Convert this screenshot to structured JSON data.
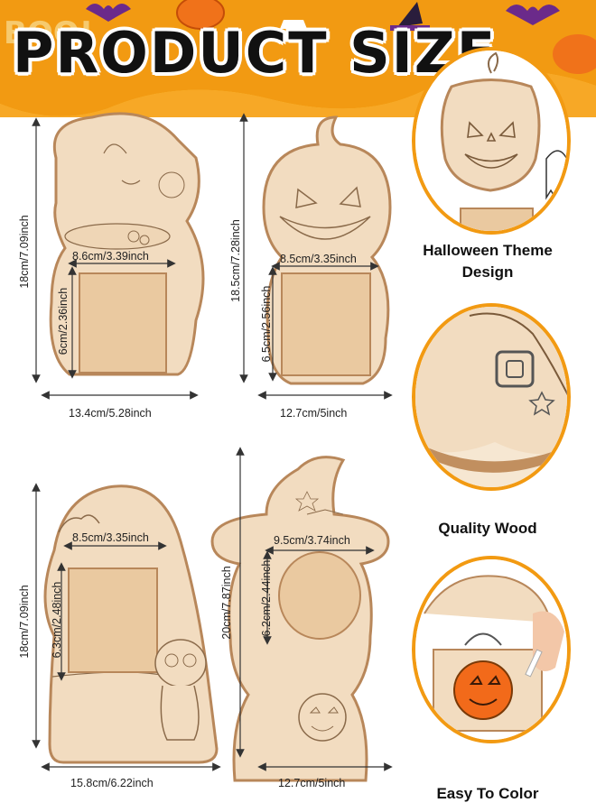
{
  "title": "PRODUCT SIZE",
  "banner_text": "BOO!",
  "colors": {
    "orange": "#f29a12",
    "wood": "#f2dcc0",
    "wood_edge": "#b8875a",
    "purple": "#6b2a8a"
  },
  "products": [
    {
      "name": "cauldron",
      "height": "18cm/7.09inch",
      "width": "13.4cm/5.28inch",
      "frame_width": "8.6cm/3.39inch",
      "frame_height": "6cm/2.36inch"
    },
    {
      "name": "pumpkin",
      "height": "18.5cm/7.28inch",
      "width": "12.7cm/5inch",
      "frame_width": "8.5cm/3.35inch",
      "frame_height": "6.5cm/2.56inch"
    },
    {
      "name": "candy-corn-cat",
      "height": "18cm/7.09inch",
      "width": "15.8cm/6.22inch",
      "frame_width": "8.5cm/3.35inch",
      "frame_height": "6.3cm/2.48inch"
    },
    {
      "name": "witch",
      "height": "20cm/7.87inch",
      "width": "12.7cm/5inch",
      "frame_width": "9.5cm/3.74inch",
      "frame_height": "6.2cm/2.44inch"
    }
  ],
  "features": [
    {
      "label": "Halloween Theme Design",
      "icon": "jack-o-lantern-icon"
    },
    {
      "label": "Quality Wood",
      "icon": "witch-hat-icon"
    },
    {
      "label": "Easy To Color",
      "icon": "colored-pumpkin-icon"
    }
  ]
}
